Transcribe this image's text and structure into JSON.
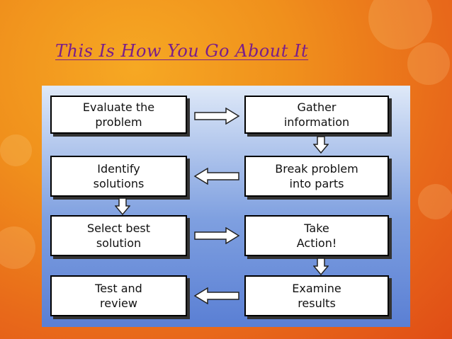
{
  "slide": {
    "title": "This Is How You Go About It"
  },
  "flow": {
    "evaluate": "Evaluate the\nproblem",
    "gather": "Gather\ninformation",
    "break": "Break problem\ninto parts",
    "identify": "Identify\nsolutions",
    "select": "Select best\nsolution",
    "take": "Take\nAction!",
    "examine": "Examine\nresults",
    "test": "Test and\nreview"
  }
}
